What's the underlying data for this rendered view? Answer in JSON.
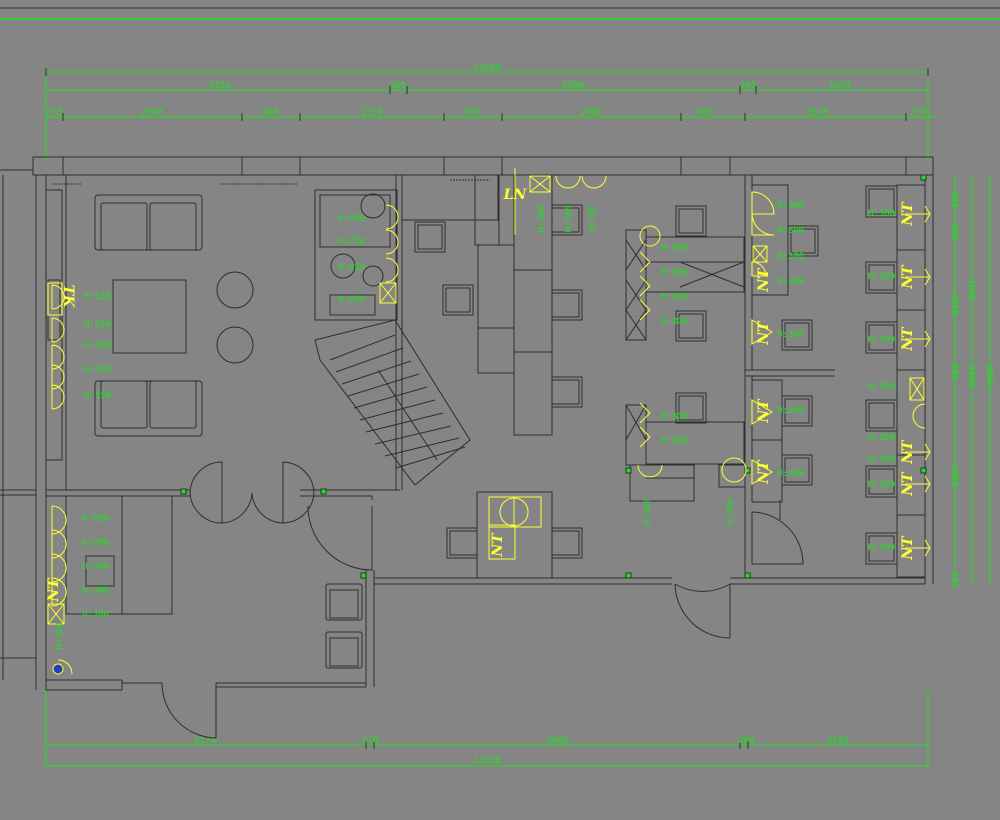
{
  "drawing": {
    "overall_top": "14200",
    "overall_bottom": "14200",
    "top_row1": [
      "5650",
      "200",
      "5500",
      "200",
      "2650"
    ],
    "top_row2": [
      "270",
      "2980",
      "640",
      "2270",
      "970",
      "2980",
      "600",
      "2810",
      "270"
    ],
    "bottom_row": [
      "5170",
      "270",
      "5960",
      "200",
      "2650"
    ],
    "right_a": [
      "540",
      "350",
      "2550",
      "550",
      "2550",
      "150"
    ],
    "right_b": [
      "1000",
      "3600"
    ],
    "right_c": "8840"
  },
  "outlets": {
    "living": [
      "H:550",
      "H:550",
      "H:550",
      "H:550",
      "H:550"
    ],
    "office": [
      "H:850",
      "H:200",
      "H:300",
      "H:300",
      "H:300",
      "H:300"
    ],
    "wc": [
      "H:850",
      "H:250",
      "H:850",
      "H:850"
    ],
    "bar": [
      "H:300",
      "H:300",
      "H:300"
    ],
    "center_desks": [
      "H:300",
      "H:300",
      "H:300",
      "H:300",
      "H:300",
      "H:300"
    ],
    "center_low": [
      "H:300",
      "H:300"
    ],
    "col_mid": [
      "H:300",
      "H:300",
      "H:300",
      "H:300",
      "H:300",
      "H:300",
      "H:300",
      "H:300"
    ],
    "right_wall": [
      "H:300",
      "H:300",
      "H:300",
      "H:300",
      "H:300",
      "H:300",
      "H:300",
      "H:300"
    ]
  },
  "symbols": {
    "nt": "NT",
    "tk": "TK",
    "ln": "LN"
  },
  "colors": {
    "background": "#858585",
    "dimension": "#19e619",
    "outlet": "#ffff33",
    "linework": "#2e2e2e"
  }
}
